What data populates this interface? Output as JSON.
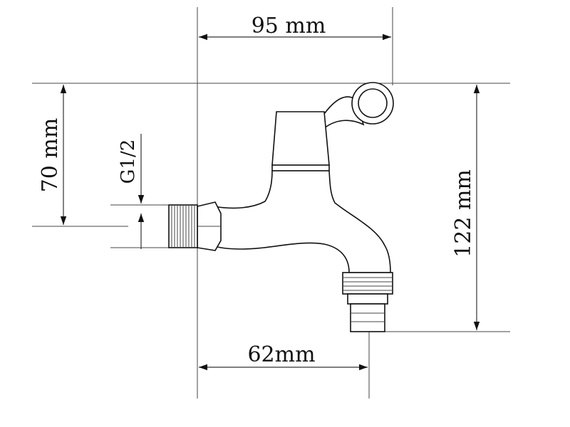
{
  "dimensions": {
    "top_width": "95 mm",
    "bottom_width": "62mm",
    "left_height": "70 mm",
    "right_height": "122 mm",
    "thread": "G1/2"
  },
  "colors": {
    "line": "#333333",
    "outline": "#111111",
    "background": "#ffffff"
  }
}
